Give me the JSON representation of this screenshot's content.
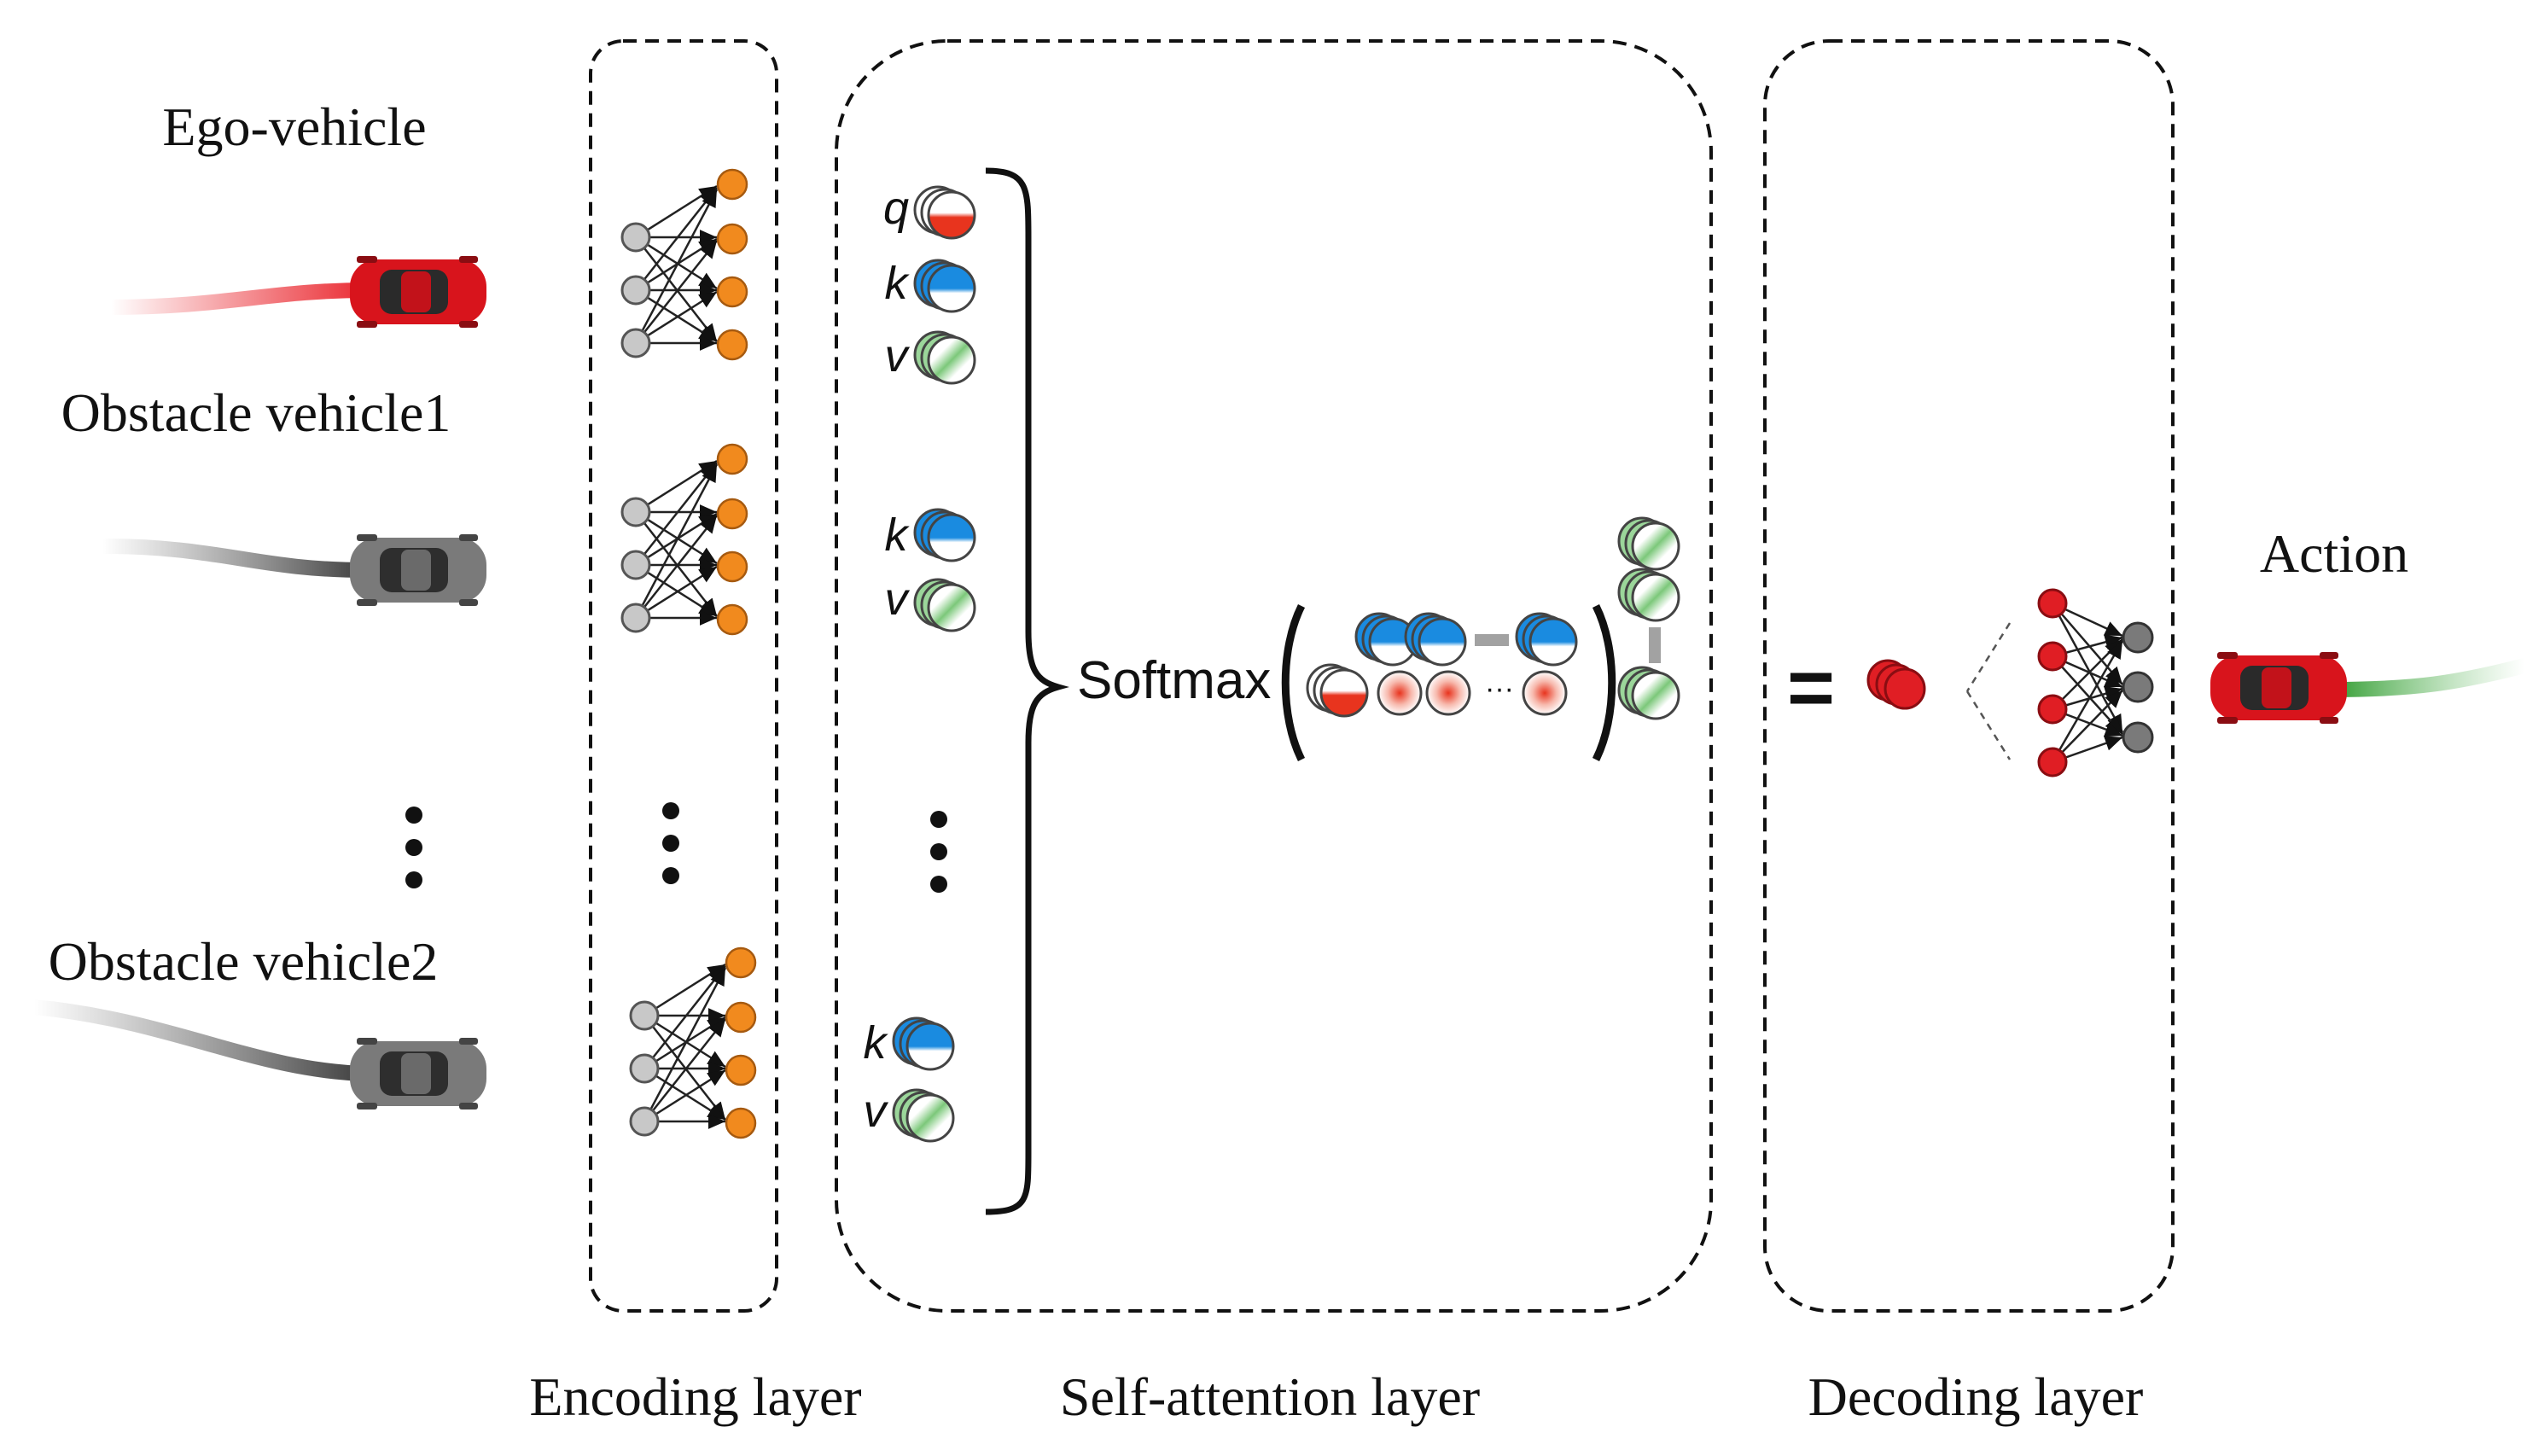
{
  "labels": {
    "ego_vehicle": "Ego-vehicle",
    "obstacle_vehicle1": "Obstacle vehicle1",
    "obstacle_vehicle2": "Obstacle vehicle2",
    "action": "Action",
    "encoding_layer": "Encoding layer",
    "self_attention_layer": "Self-attention layer",
    "decoding_layer": "Decoding layer",
    "softmax": "Softmax",
    "equals": "=",
    "q": "q",
    "k": "k",
    "v": "v",
    "hdots": "···"
  },
  "colors": {
    "ego_car": "#d8141c",
    "obstacle_car": "#707070",
    "action_trail": "#3aa83a",
    "query": "#e8341e",
    "key": "#1a8be0",
    "value": "#7cc87a",
    "encoder_output": "#f18a1e",
    "encoder_input": "#c8c8c8",
    "decoder_node": "#e01e24",
    "decoder_output": "#7a7a7a",
    "dashed_border": "#111111"
  },
  "icons": [
    "car-icon",
    "neural-network-icon",
    "vector-stack-icon",
    "brace-icon",
    "ellipsis-icon"
  ]
}
